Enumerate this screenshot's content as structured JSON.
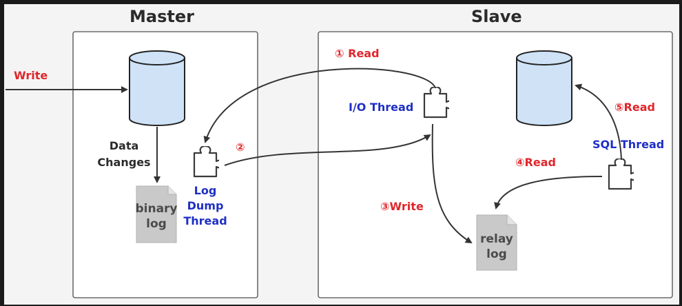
{
  "master": {
    "title": "Master",
    "write_label": "Write",
    "data_changes": [
      "Data",
      "Changes"
    ],
    "binary_log": [
      "binary",
      "log"
    ],
    "dump_thread": [
      "Log",
      "Dump",
      "Thread"
    ]
  },
  "slave": {
    "title": "Slave",
    "step1": "① Read",
    "io_thread": "I/O Thread",
    "step2": "②",
    "step3": "③Write",
    "relay_log": [
      "relay",
      "log"
    ],
    "step4": "④Read",
    "step5": "⑤Read",
    "sql_thread": "SQL Thread"
  },
  "colors": {
    "red": "#e0262b",
    "blue": "#1f2fc4",
    "db_fill": "#cfe2f6",
    "doc_fill": "#c9c9c9"
  }
}
